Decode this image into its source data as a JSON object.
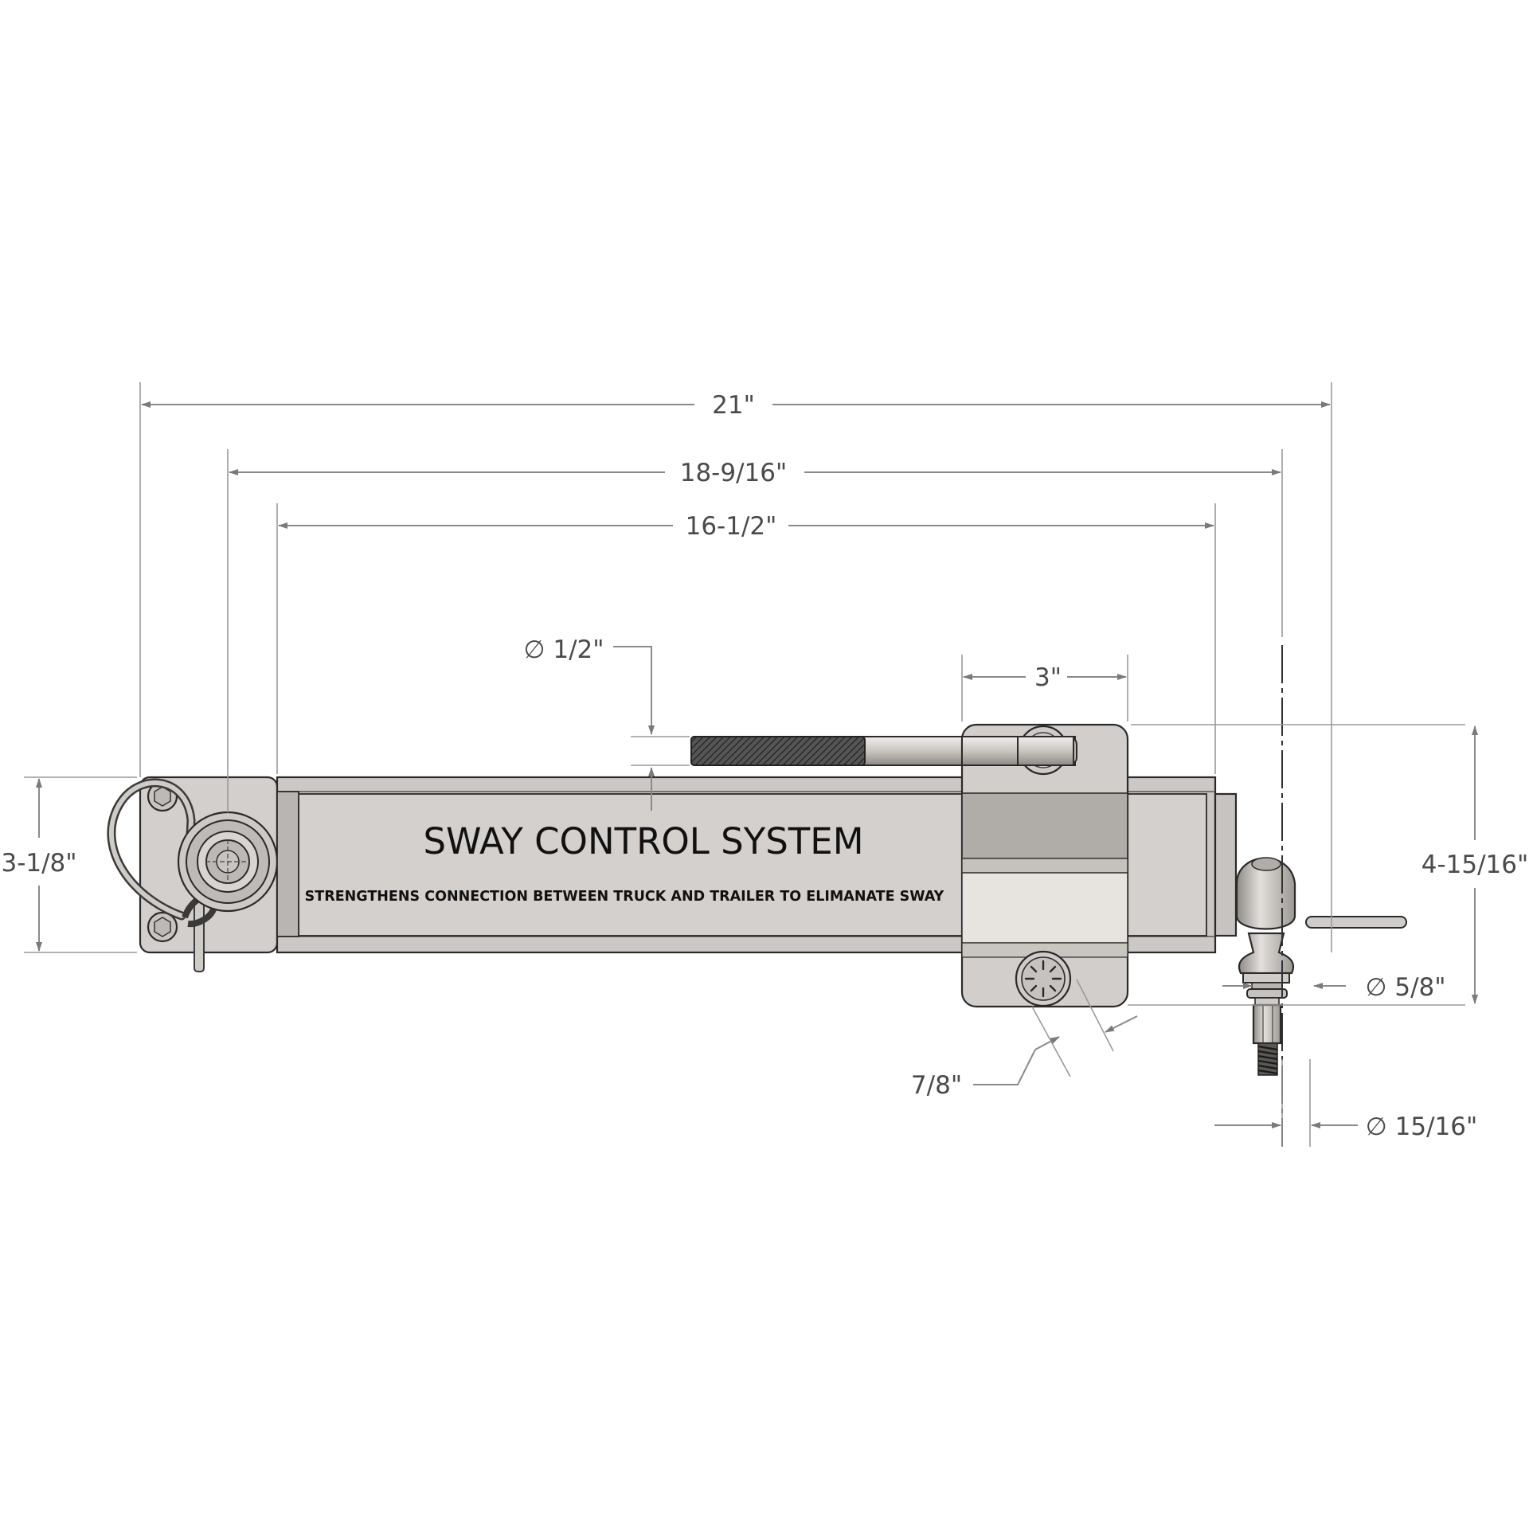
{
  "product": {
    "title": "SWAY CONTROL SYSTEM",
    "subtitle": "STRENGTHENS CONNECTION BETWEEN TRUCK AND TRAILER TO ELIMANATE SWAY"
  },
  "dimensions": {
    "overall_length": "21\"",
    "ball_center_length": "18-9/16\"",
    "tube_length": "16-1/2\"",
    "rod_diameter": "∅ 1/2\"",
    "clamp_width": "3\"",
    "tube_height": "3-1/8\"",
    "clamp_height": "4-15/16\"",
    "ball_shank_diameter": "∅ 5/8\"",
    "bolt_head": "7/8\"",
    "ball_diameter": "∅ 15/16\""
  },
  "colors": {
    "metal_light": "#d6d2cf",
    "metal_mid": "#c4c0bc",
    "metal_dark": "#a9a5a2",
    "clamp_band": "#b2aeaa",
    "clamp_light": "#e6e3df",
    "dimension_line": "#8a8a8a",
    "dimension_text": "#4a4a4a"
  }
}
